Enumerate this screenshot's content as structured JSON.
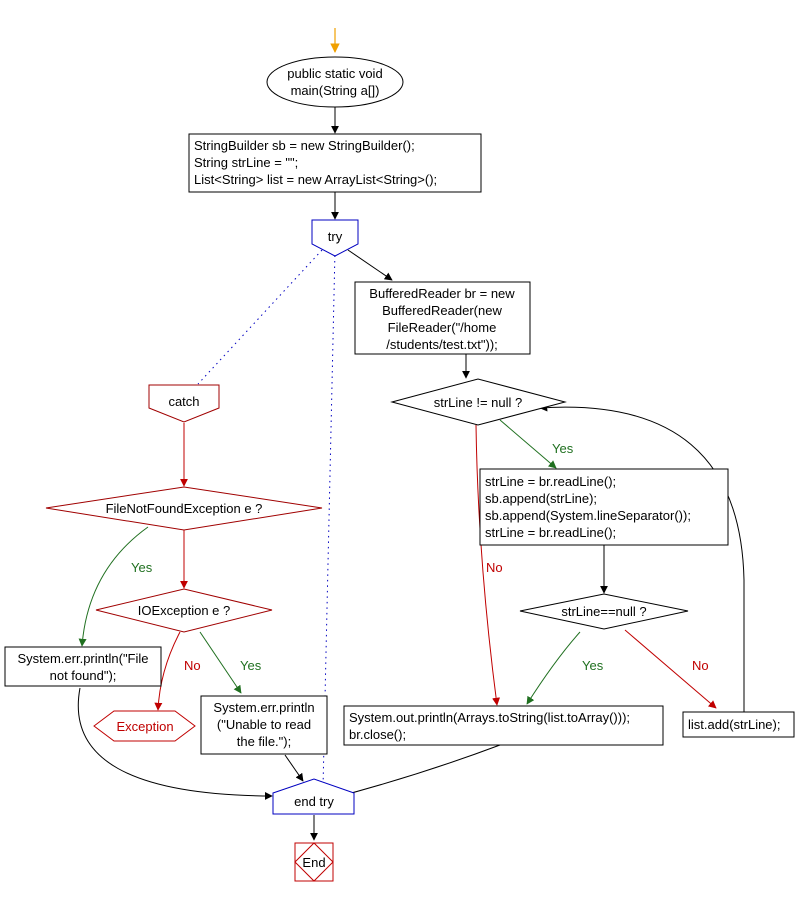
{
  "start": {
    "line1": "public static void",
    "line2": "main(String a[])"
  },
  "init": {
    "line1": "StringBuilder sb = new StringBuilder();",
    "line2": "String strLine = \"\";",
    "line3": "List<String> list = new ArrayList<String>();"
  },
  "try_label": "try",
  "reader": {
    "line1": "BufferedReader br = new",
    "line2": "BufferedReader(new",
    "line3": "FileReader(\"/home",
    "line4": "/students/test.txt\"));"
  },
  "cond_loop": "strLine != null ?",
  "loop_body": {
    "line1": "strLine = br.readLine();",
    "line2": "sb.append(strLine);",
    "line3": "sb.append(System.lineSeparator());",
    "line4": "strLine = br.readLine();"
  },
  "cond_null": "strLine==null ?",
  "print": {
    "line1": "System.out.println(Arrays.toString(list.toArray()));",
    "line2": "br.close();"
  },
  "list_add": "list.add(strLine);",
  "catch_label": "catch",
  "cond_fnf": "FileNotFoundException e ?",
  "cond_io": "IOException e ?",
  "err_fnf": {
    "line1": "System.err.println(\"File",
    "line2": "not found\");"
  },
  "err_io": {
    "line1": "System.err.println",
    "line2": "(\"Unable to read",
    "line3": "the file.\");"
  },
  "exception_label": "Exception",
  "end_try_label": "end try",
  "end_label": "End",
  "labels": {
    "yes": "Yes",
    "no": "No"
  },
  "colors": {
    "start_arrow": "#f0a000",
    "try_outline": "#0000c0",
    "catch_outline": "#a00000",
    "yes": "#207020",
    "no": "#c00000"
  }
}
